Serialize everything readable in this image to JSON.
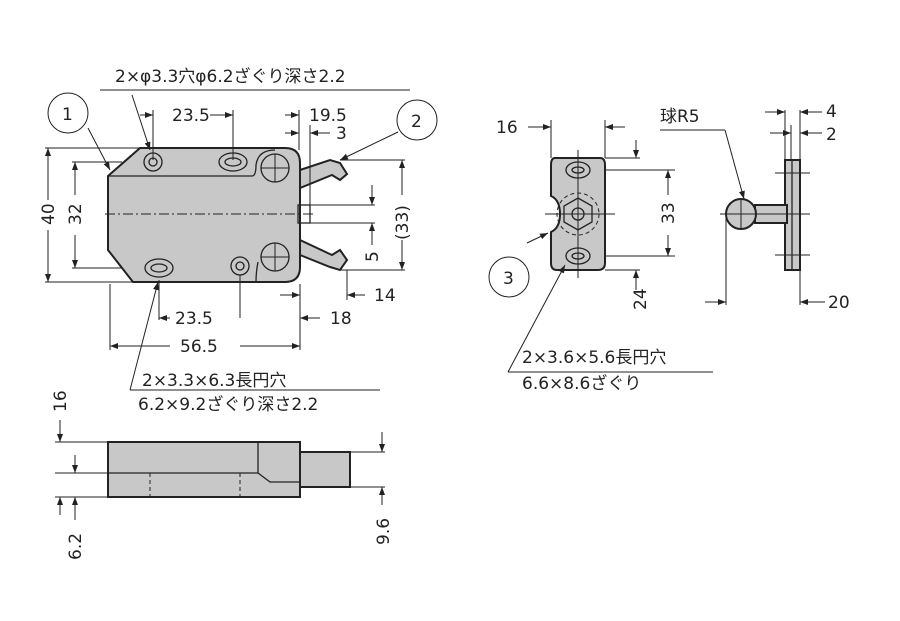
{
  "balloons": {
    "b1": "1",
    "b2": "2",
    "b3": "3"
  },
  "catch_top": {
    "hole_note": "2×φ3.3穴φ6.2ざぐり深さ2.2",
    "dim_top_pitch": "23.5",
    "dim_19_5": "19.5",
    "dim_3": "3",
    "dim_40": "40",
    "dim_32": "32",
    "dim_33": "(33)",
    "dim_5": "5",
    "dim_14": "14",
    "dim_18": "18",
    "dim_bottom_pitch": "23.5",
    "dim_56_5": "56.5",
    "slot_note_1": "2×3.3×6.3長円穴",
    "slot_note_2": "6.2×9.2ざぐり深さ2.2"
  },
  "catch_side": {
    "dim_16": "16",
    "dim_6_2": "6.2",
    "dim_9_6": "9.6"
  },
  "strike_front": {
    "dim_16": "16",
    "dim_33": "33",
    "dim_24": "24",
    "slot_note_1": "2×3.6×5.6長円穴",
    "slot_note_2": "6.6×8.6ざぐり"
  },
  "strike_side": {
    "ball_label": "球R5",
    "dim_4": "4",
    "dim_2": "2",
    "dim_20": "20"
  }
}
